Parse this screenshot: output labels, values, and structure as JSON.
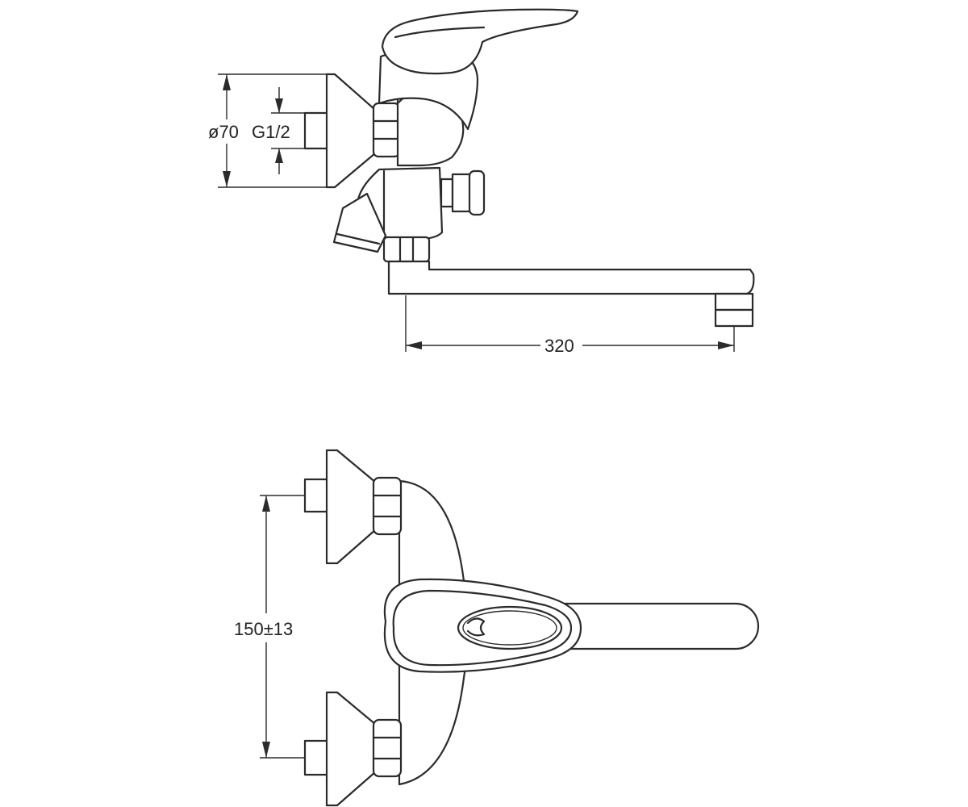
{
  "dimensions": {
    "flange_diameter": "ø70",
    "thread": "G1/2",
    "spout_reach": "320",
    "center_distance": "150±13"
  },
  "colors": {
    "line": "#2b2b2b",
    "background": "#ffffff"
  }
}
